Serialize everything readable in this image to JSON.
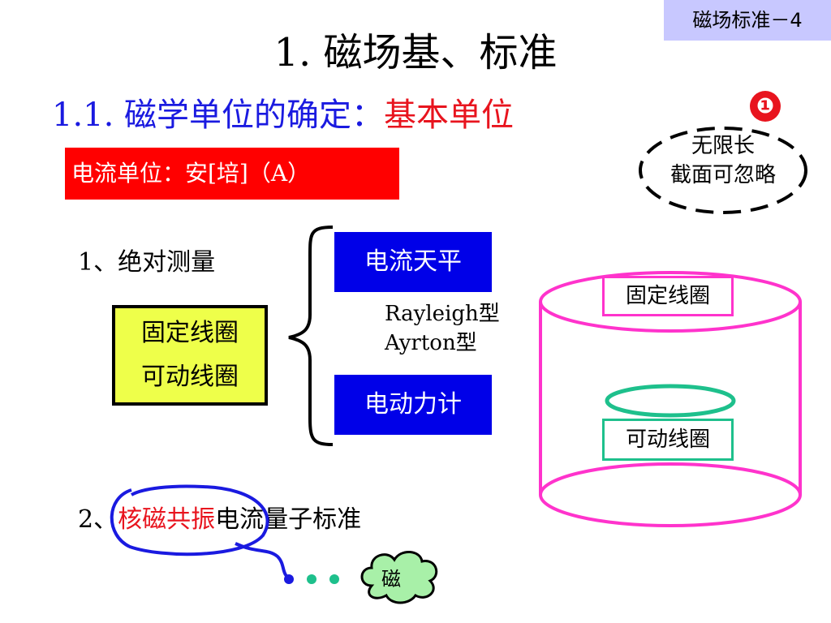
{
  "slide": {
    "corner_tag": "磁场标准－4",
    "title": "1. 磁场基、标准",
    "subtitle_blue": "1.1. 磁学单位的确定：",
    "subtitle_red": "基本单位",
    "red_box": "电流单位：安[培]（A）",
    "badge": "❶",
    "note_line1": "无限长",
    "note_line2": "截面可忽略",
    "item1": "1、绝对测量",
    "yellow_line1": "固定线圈",
    "yellow_line2": "可动线圈",
    "blue_box1": "电流天平",
    "blue_box2": "电动力计",
    "type_line1": "Rayleigh型",
    "type_line2": "Ayrton型",
    "item2_prefix": "2、",
    "item2_red": "核磁共振",
    "item2_rest": "电流量子标准",
    "cloud_label": "磁",
    "cylinder_fixed_label": "固定线圈",
    "cylinder_moving_label": "可动线圈"
  },
  "colors": {
    "blue_text": "#1a1ae0",
    "red_text": "#e8141e",
    "red_fill": "#ff0000",
    "yellow_fill": "#eeff4a",
    "blue_fill": "#0000e8",
    "magenta": "#ff33cc",
    "teal": "#1ec08c",
    "corner_bg": "#c8c8ff",
    "cloud_fill": "#a8f0a8"
  }
}
